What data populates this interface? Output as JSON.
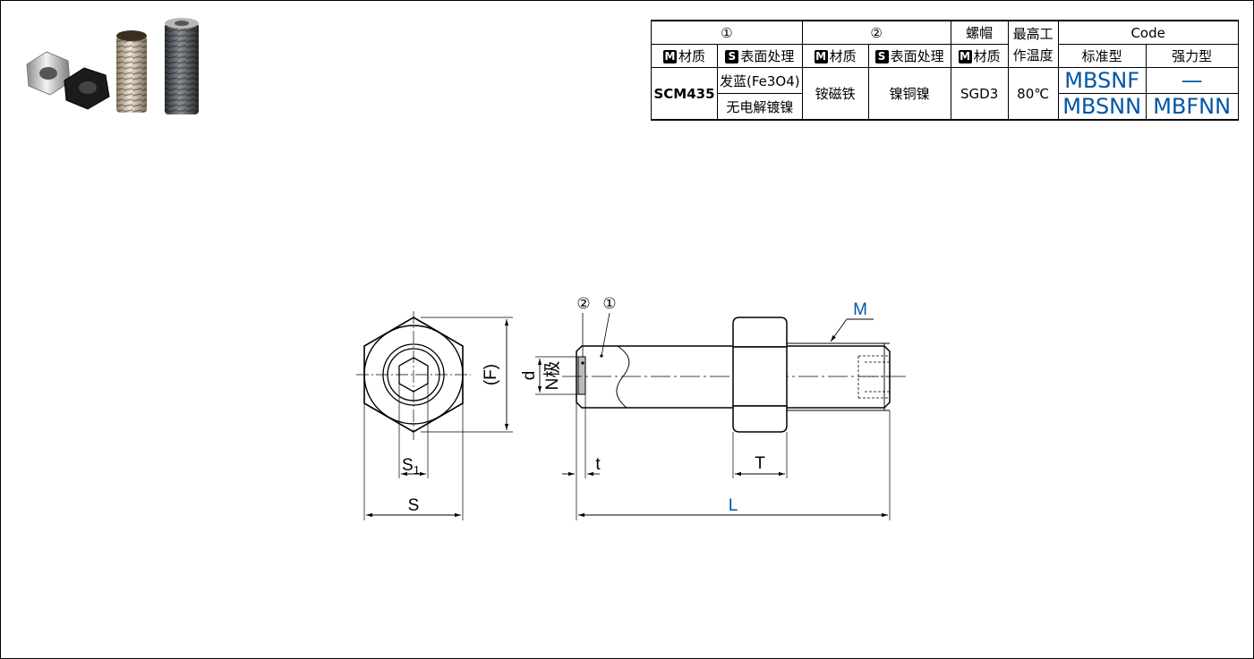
{
  "table": {
    "h_part1": "①",
    "h_part2": "②",
    "h_nut": "螺帽",
    "h_maxtemp": "最高工作温度",
    "h_code": "Code",
    "sub_material": "材质",
    "sub_surface": "表面处理",
    "tag_m": "M",
    "tag_s": "S",
    "code_standard": "标准型",
    "code_strong": "强力型",
    "part1_material": "SCM435",
    "surface_a": "发蓝(Fe3O4)",
    "surface_b": "无电解镀镍",
    "part2_material": "铵磁铁",
    "part2_surface": "镍铜镍",
    "nut_material": "SGD3",
    "temp": "80℃",
    "std_a": "MBSNF",
    "strong_a": "—",
    "std_b": "MBSNN",
    "strong_b": "MBFNN"
  },
  "drawing": {
    "callout_2": "②",
    "callout_1": "①",
    "label_M": "M",
    "label_d": "d",
    "label_pole": "N极",
    "label_F": "(F)",
    "label_S1": "S",
    "label_S1_sub": "1",
    "label_S": "S",
    "label_t": "t",
    "label_T": "T",
    "label_L": "L"
  },
  "colors": {
    "accent_blue": "#0056a6"
  }
}
